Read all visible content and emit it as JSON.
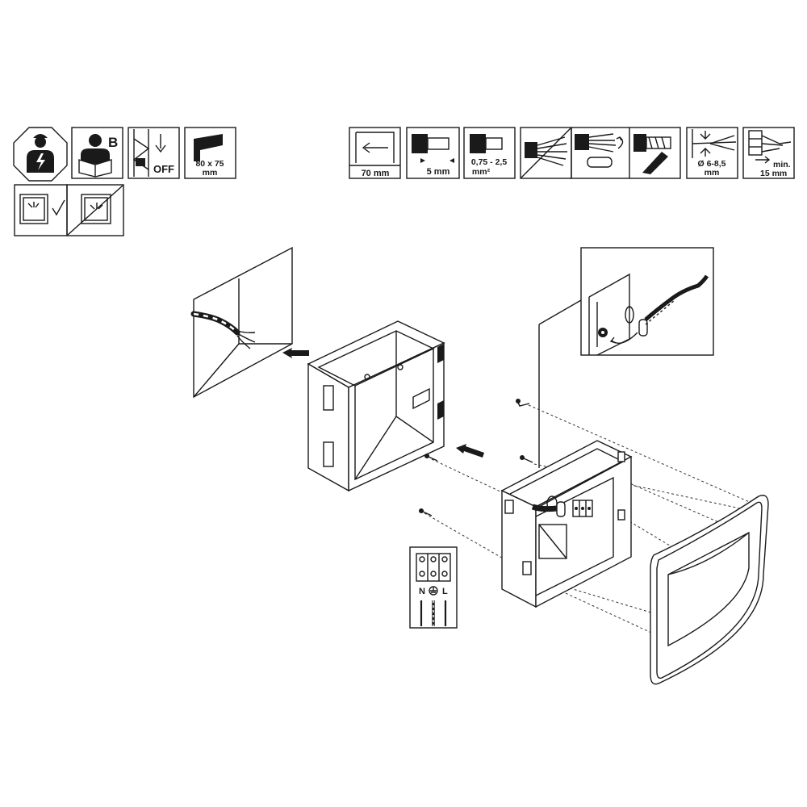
{
  "left_icons": {
    "installer_icon": "electrician-icon",
    "manual_icon": "read-manual-icon",
    "manual_letter": "B",
    "power_icon": "power-off-icon",
    "power_label": "OFF",
    "box_icon": "mounting-box-icon",
    "box_size": "80 x 75",
    "box_unit": "mm",
    "surface_ok_icon": "non-flammable-surface-icon",
    "surface_no_icon": "flammable-surface-prohibited-icon"
  },
  "right_icons": {
    "depth_icon": "insertion-depth-icon",
    "depth_label": "70 mm",
    "strip_icon": "wire-strip-icon",
    "strip_label": "5 mm",
    "section_icon": "wire-cross-section-icon",
    "section_label": "0,75 - 2,5",
    "section_unit": "mm²",
    "stranded_icon": "stranded-wire-prohibited-icon",
    "ferrule_icon": "ferrule-crimp-icon",
    "cable_icon": "cable-diameter-icon",
    "cable_label": "Ø 6-8,5",
    "cable_unit": "mm",
    "length_icon": "min-conductor-length-icon",
    "length_label": "min.",
    "length_unit": "15 mm"
  },
  "diagram": {
    "wall_icon": "wall-cutout-with-cable",
    "box_icon": "flush-mounting-box",
    "fixture_icon": "light-fixture-body",
    "cover_icon": "fixture-cover-plate",
    "detail_icon": "cable-gland-detail",
    "terminal_icon": "terminal-block-wiring",
    "terminal_n": "N",
    "terminal_l": "L"
  }
}
